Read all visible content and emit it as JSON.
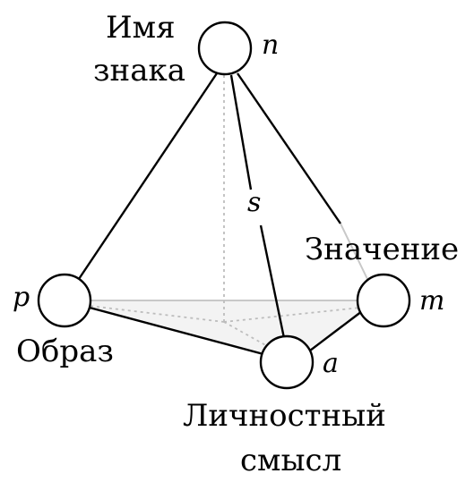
{
  "diagram": {
    "vertices": {
      "n": {
        "symbol": "n",
        "label_line1": "Имя",
        "label_line2": "знака"
      },
      "p": {
        "symbol": "p",
        "label": "Образ"
      },
      "m": {
        "symbol": "m",
        "label": "Значение"
      },
      "a": {
        "symbol": "a",
        "label_line1": "Личностный",
        "label_line2": "смысл"
      }
    },
    "edge_label_s": "s"
  }
}
